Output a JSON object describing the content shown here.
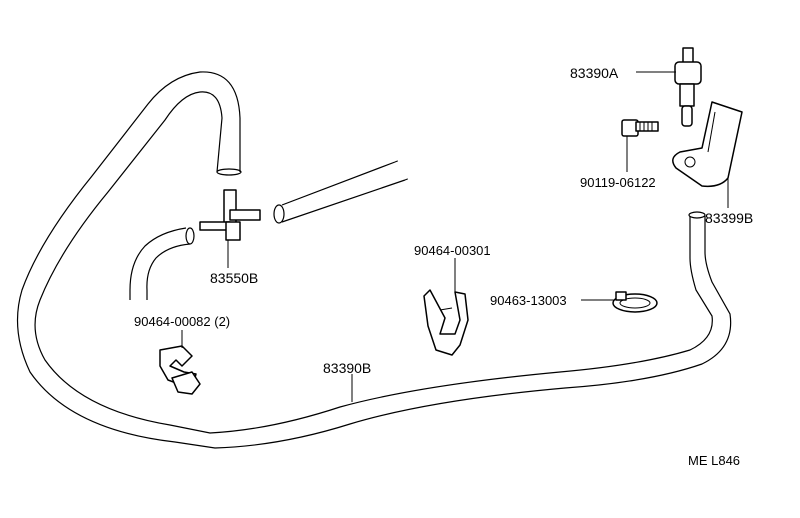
{
  "diagram": {
    "parts": {
      "p83390a": "83390A",
      "p83399b": "83399B",
      "p90119": "90119-06122",
      "p83550b": "83550B",
      "p90464_00301": "90464-00301",
      "p90463": "90463-13003",
      "p90464_00082": "90464-00082 (2)",
      "p83390b": "83390B"
    },
    "drawing_code": "ME L846"
  }
}
